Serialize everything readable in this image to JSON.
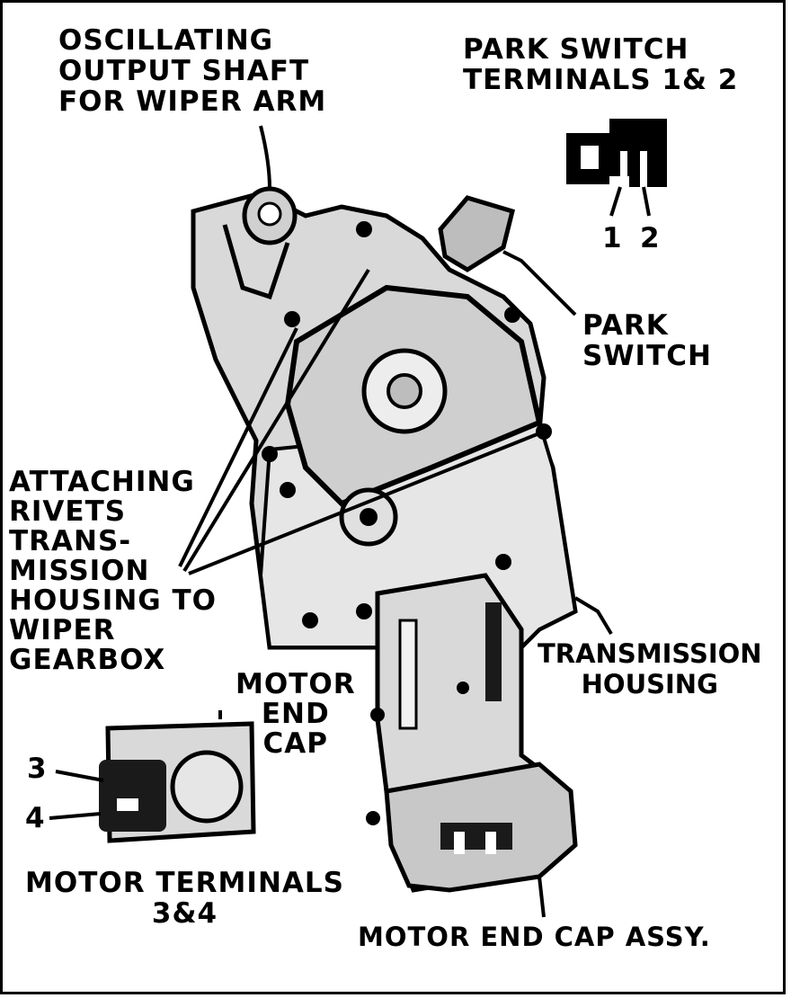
{
  "labels": {
    "oscillating_shaft": [
      "OSCILLATING",
      "OUTPUT SHAFT",
      "FOR WIPER ARM"
    ],
    "park_switch_terminals": [
      "PARK SWITCH",
      "TERMINALS 1& 2"
    ],
    "terminal_1": "1",
    "terminal_2": "2",
    "park_switch": [
      "PARK",
      "SWITCH"
    ],
    "attaching_rivets": [
      "ATTACHING",
      "RIVETS",
      "TRANS-",
      "MISSION",
      "HOUSING TO",
      "WIPER",
      "GEARBOX"
    ],
    "motor_end_cap": [
      "MOTOR",
      "END",
      "CAP"
    ],
    "transmission_housing": [
      "TRANSMISSION",
      "HOUSING"
    ],
    "terminal_3": "3",
    "terminal_4": "4",
    "motor_terminals": [
      "MOTOR TERMINALS",
      "3&4"
    ],
    "motor_end_cap_assy": "MOTOR END CAP ASSY."
  },
  "colors": {
    "ink": "#000000",
    "paper": "#ffffff",
    "shade": "#d9d9d9",
    "dark": "#1a1a1a"
  }
}
